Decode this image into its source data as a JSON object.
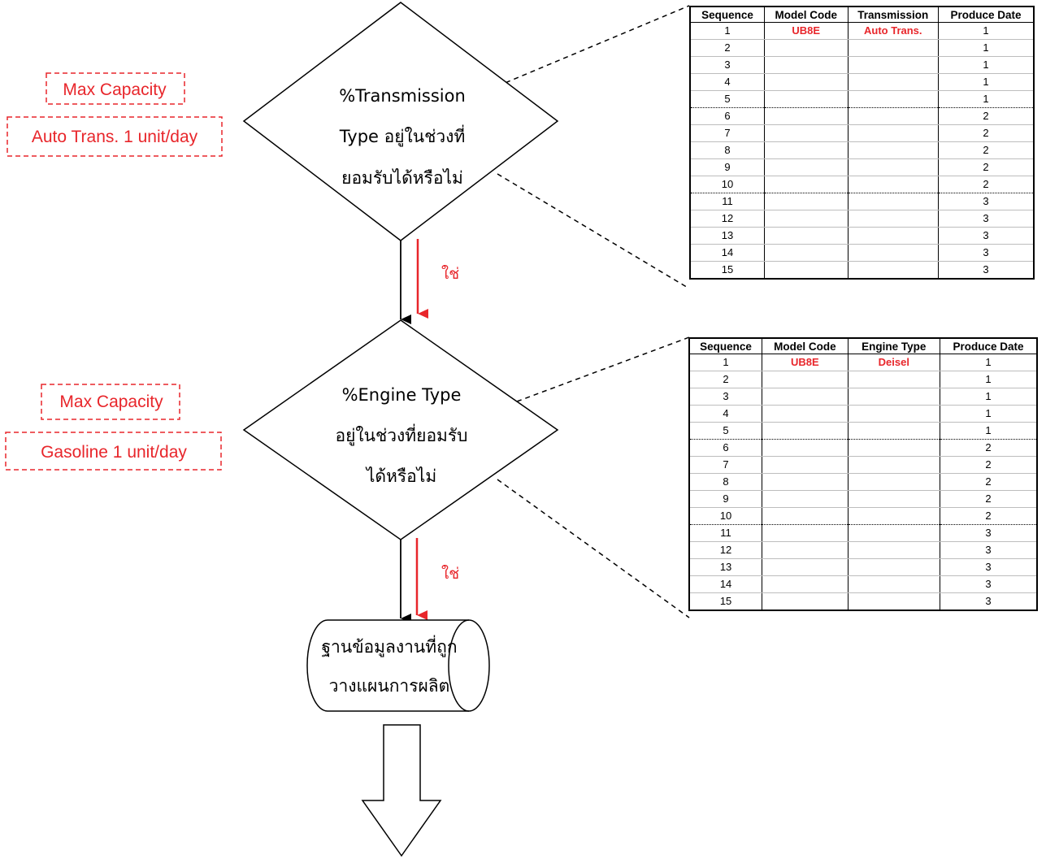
{
  "decision1": {
    "lines": [
      "%Transmission",
      "Type อยู่ในช่วงที่",
      "ยอมรับได้หรือไม่"
    ],
    "note_title": "Max Capacity",
    "note_value": "Auto Trans. 1 unit/day",
    "yes_label": "ใช่"
  },
  "decision2": {
    "lines": [
      "%Engine Type",
      "อยู่ในช่วงที่ยอมรับ",
      "ได้หรือไม่"
    ],
    "note_title": "Max Capacity",
    "note_value": "Gasoline 1 unit/day",
    "yes_label": "ใช่"
  },
  "database": {
    "lines": [
      "ฐานข้อมูลงานที่ถูก",
      "วางแผนการผลิต"
    ]
  },
  "colors": {
    "accent": "#e8262b",
    "line": "#000000"
  },
  "table1": {
    "headers": [
      "Sequence",
      "Model Code",
      "Transmission",
      "Produce Date"
    ],
    "rows": [
      [
        "1",
        "UB8E",
        "Auto Trans.",
        "1"
      ],
      [
        "2",
        "",
        "",
        "1"
      ],
      [
        "3",
        "",
        "",
        "1"
      ],
      [
        "4",
        "",
        "",
        "1"
      ],
      [
        "5",
        "",
        "",
        "1"
      ],
      [
        "6",
        "",
        "",
        "2"
      ],
      [
        "7",
        "",
        "",
        "2"
      ],
      [
        "8",
        "",
        "",
        "2"
      ],
      [
        "9",
        "",
        "",
        "2"
      ],
      [
        "10",
        "",
        "",
        "2"
      ],
      [
        "11",
        "",
        "",
        "3"
      ],
      [
        "12",
        "",
        "",
        "3"
      ],
      [
        "13",
        "",
        "",
        "3"
      ],
      [
        "14",
        "",
        "",
        "3"
      ],
      [
        "15",
        "",
        "",
        "3"
      ]
    ]
  },
  "table2": {
    "headers": [
      "Sequence",
      "Model Code",
      "Engine Type",
      "Produce Date"
    ],
    "rows": [
      [
        "1",
        "UB8E",
        "Deisel",
        "1"
      ],
      [
        "2",
        "",
        "",
        "1"
      ],
      [
        "3",
        "",
        "",
        "1"
      ],
      [
        "4",
        "",
        "",
        "1"
      ],
      [
        "5",
        "",
        "",
        "1"
      ],
      [
        "6",
        "",
        "",
        "2"
      ],
      [
        "7",
        "",
        "",
        "2"
      ],
      [
        "8",
        "",
        "",
        "2"
      ],
      [
        "9",
        "",
        "",
        "2"
      ],
      [
        "10",
        "",
        "",
        "2"
      ],
      [
        "11",
        "",
        "",
        "3"
      ],
      [
        "12",
        "",
        "",
        "3"
      ],
      [
        "13",
        "",
        "",
        "3"
      ],
      [
        "14",
        "",
        "",
        "3"
      ],
      [
        "15",
        "",
        "",
        "3"
      ]
    ]
  }
}
